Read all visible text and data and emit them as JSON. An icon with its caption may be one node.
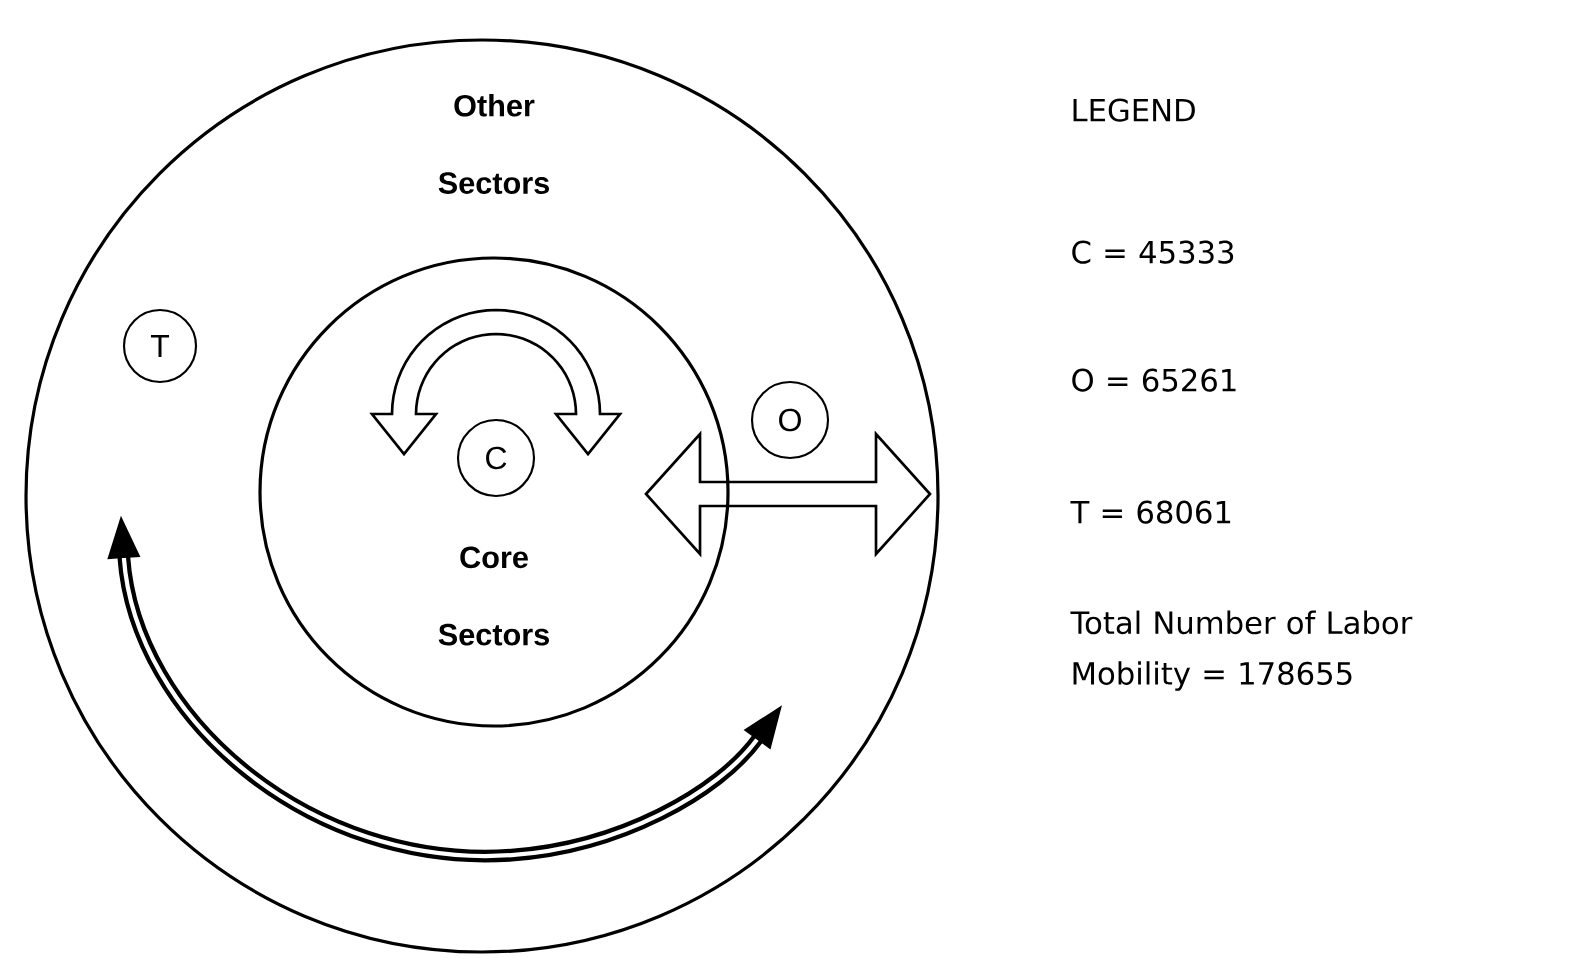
{
  "diagram": {
    "nodes": [
      {
        "text": [
          "Other Sectors"
        ]
      },
      {
        "text": [
          "Core Sectors"
        ],
        "in": 0
      },
      {
        "text": [
          "T"
        ],
        "in": 0
      },
      {
        "text": [
          "C"
        ],
        "in": 1
      },
      {
        "text": [
          "O"
        ],
        "in": 0
      }
    ],
    "labels": [
      "LEGEND",
      "C  =  45333",
      "O  =  65261",
      "T  =  68061",
      "Total Number of Labor Mobility = 178655"
    ]
  }
}
